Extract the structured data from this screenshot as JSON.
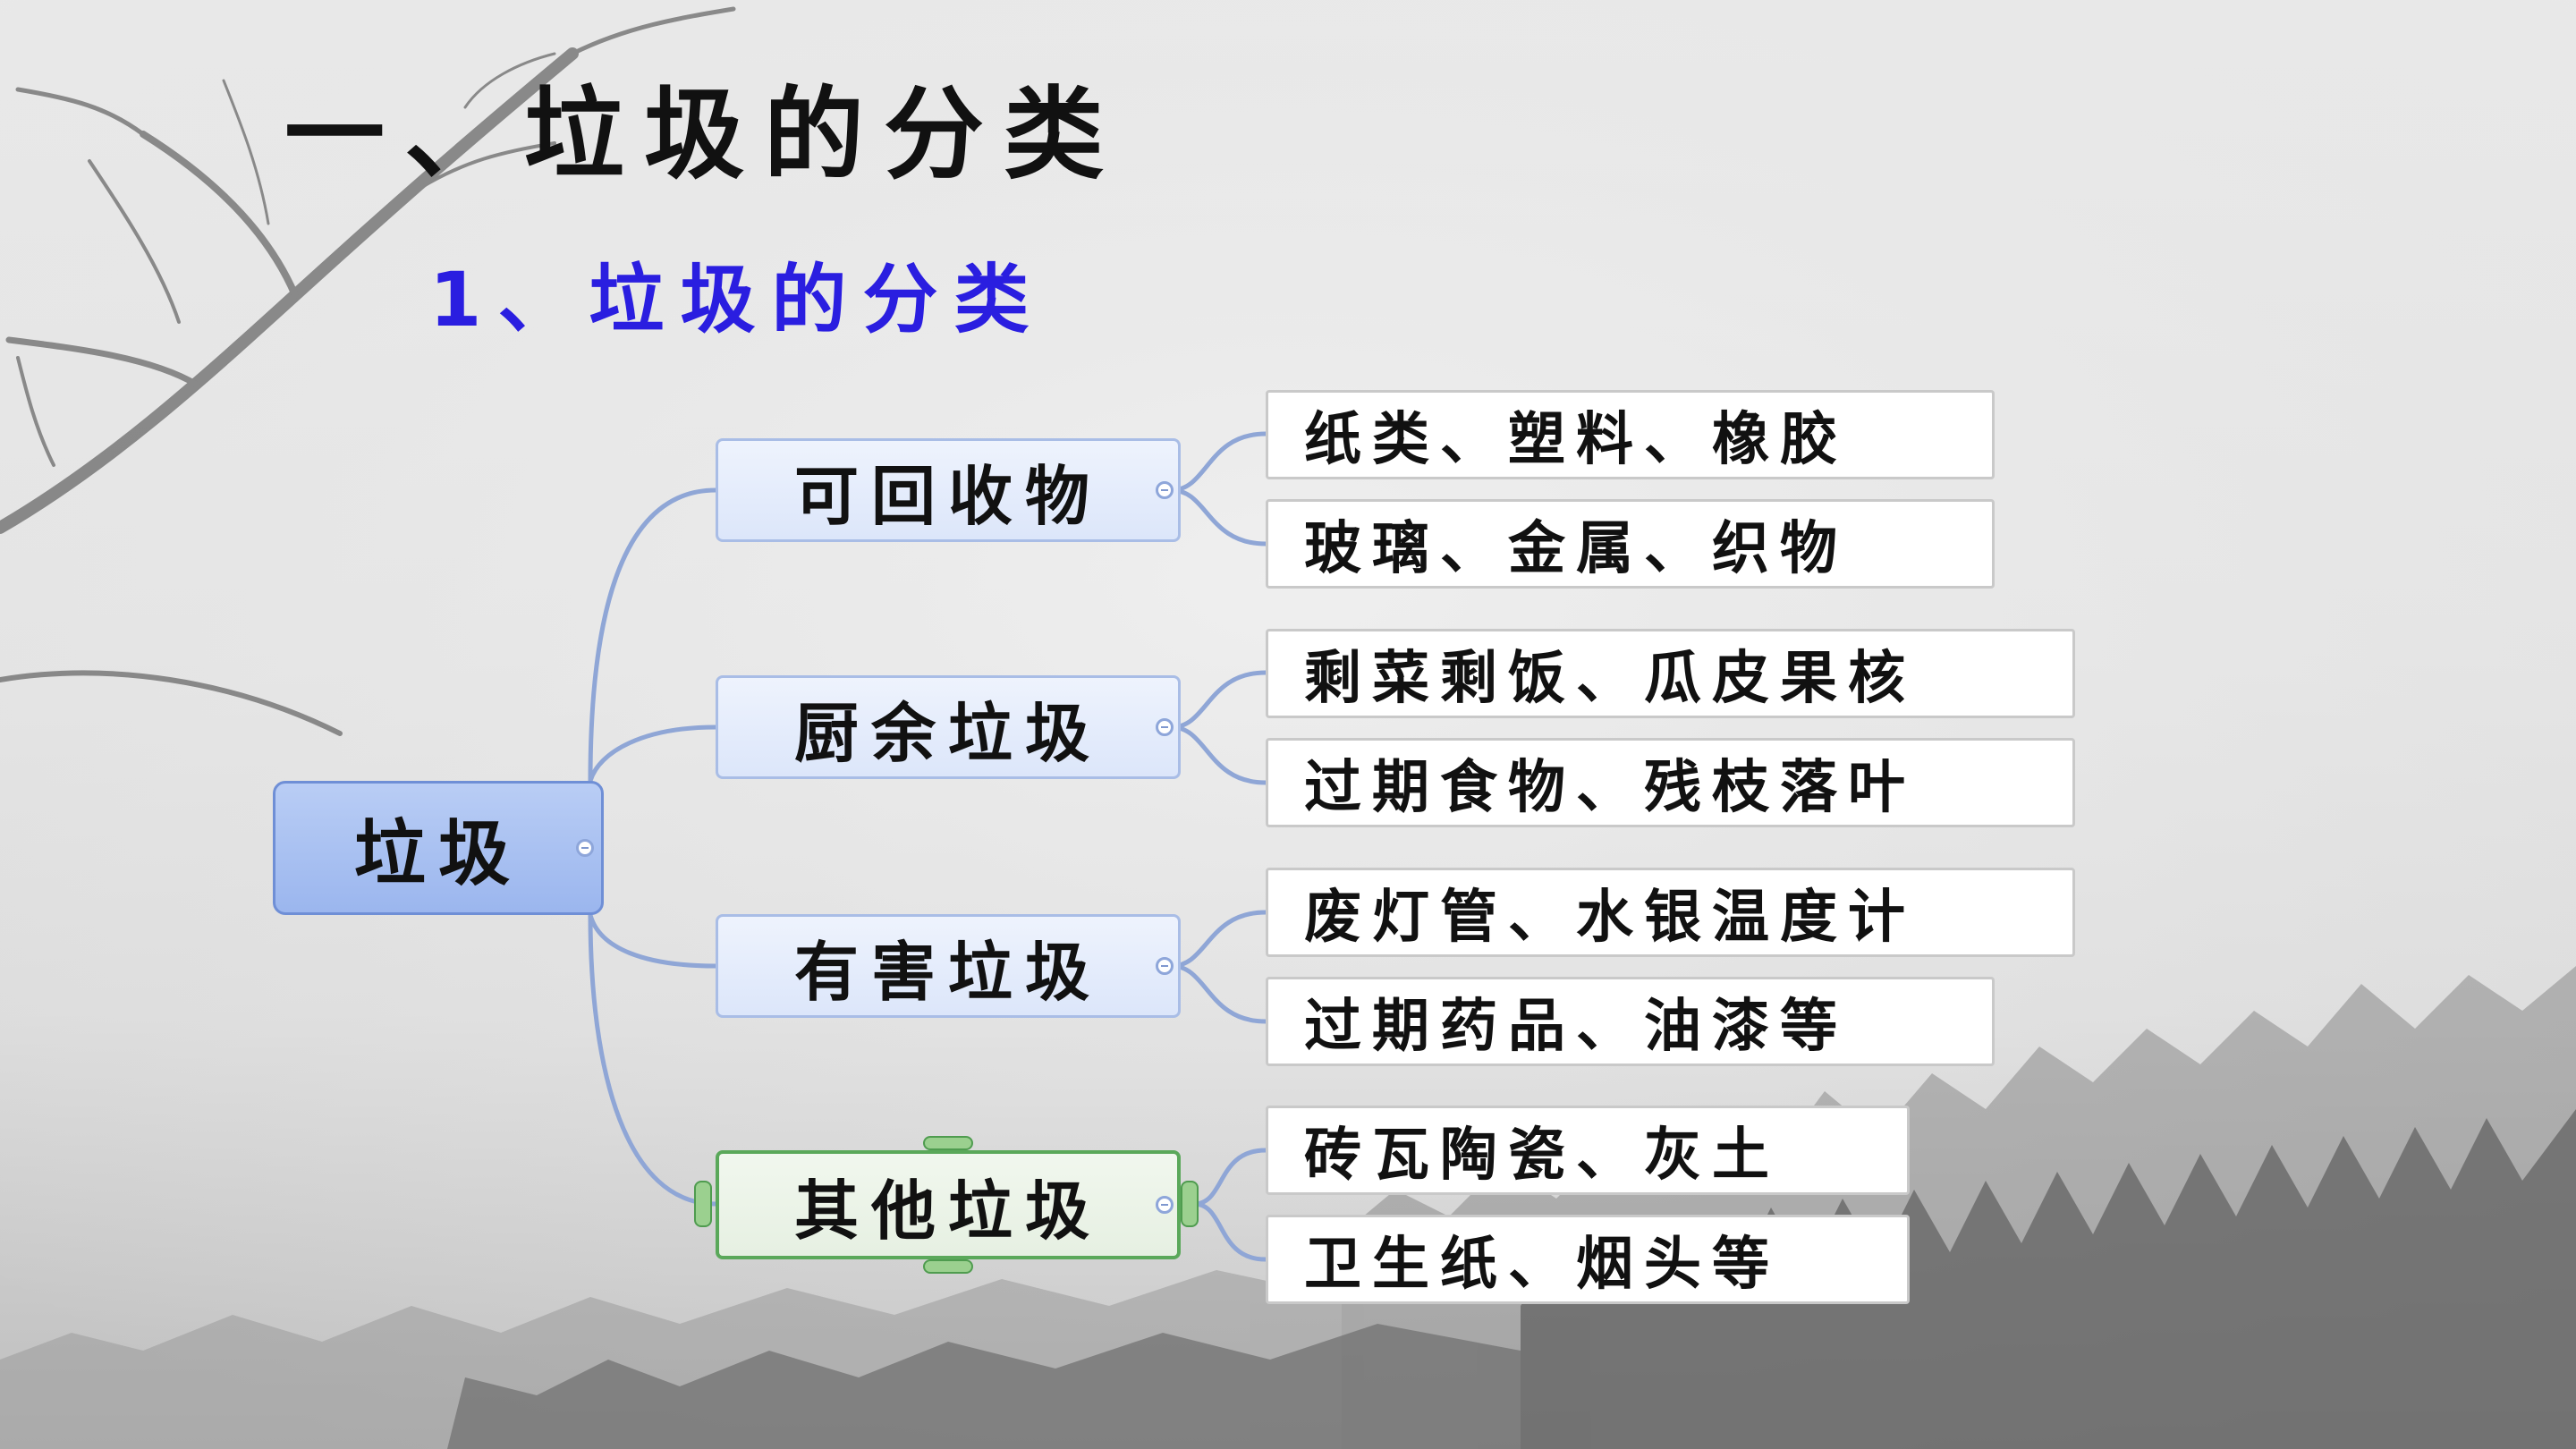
{
  "title": "一、垃圾的分类",
  "subtitle": "1、垃圾的分类",
  "colors": {
    "subtitle": "#2a1ee0",
    "root_fill": "#9bb6ee",
    "branch_fill": "#dce6fa",
    "connector": "#8fa6d6",
    "selected_border": "#5aa85a"
  },
  "mindmap": {
    "root": "垃圾",
    "branches": [
      {
        "label": "可回收物",
        "children": [
          "纸类、塑料、橡胶",
          "玻璃、金属、织物"
        ]
      },
      {
        "label": "厨余垃圾",
        "children": [
          "剩菜剩饭、瓜皮果核",
          "过期食物、残枝落叶"
        ]
      },
      {
        "label": "有害垃圾",
        "children": [
          "废灯管、水银温度计",
          "过期药品、油漆等"
        ]
      },
      {
        "label": "其他垃圾",
        "children": [
          "砖瓦陶瓷、灰土",
          "卫生纸、烟头等"
        ]
      }
    ]
  }
}
